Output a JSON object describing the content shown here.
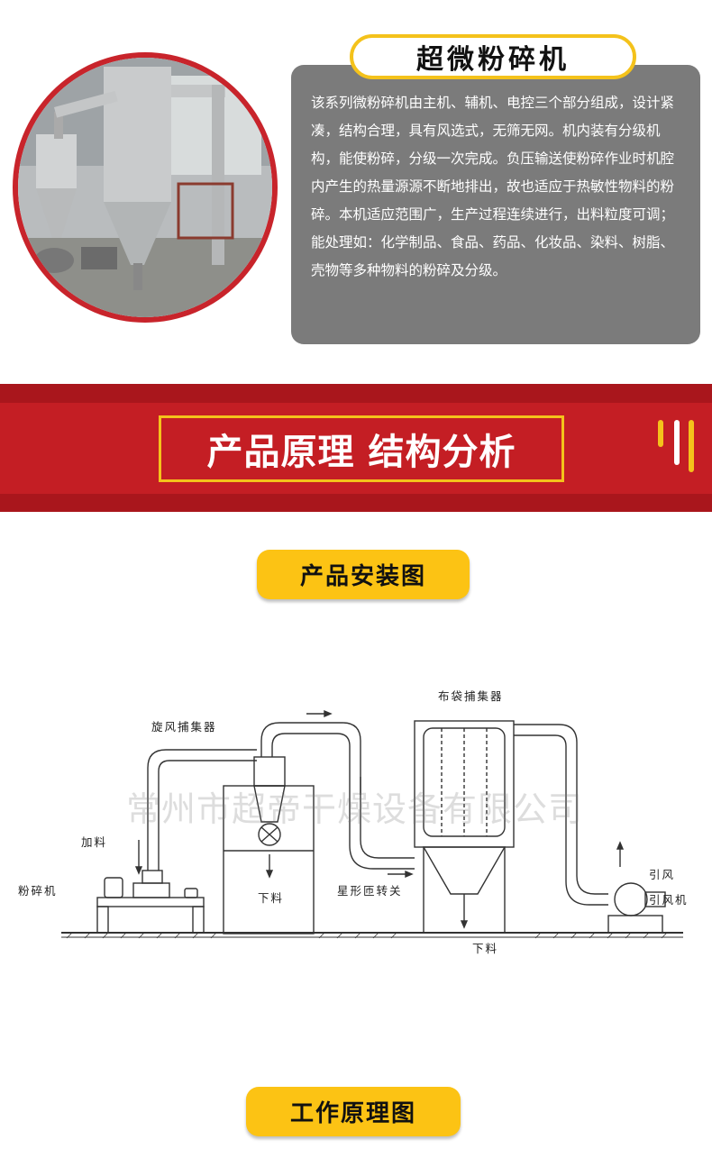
{
  "product": {
    "title": "超微粉碎机",
    "description": "该系列微粉碎机由主机、辅机、电控三个部分组成，设计紧凑，结构合理，具有风选式，无筛无网。机内装有分级机构，能使粉碎，分级一次完成。负压输送使粉碎作业时机腔内产生的热量源源不断地排出，故也适应于热敏性物料的粉碎。本机适应范围广，生产过程连续进行，出料粒度可调；能处理如：化学制品、食品、药品、化妆品、染料、树脂、壳物等多种物料的粉碎及分级。"
  },
  "banner": {
    "title": "产品原理 结构分析",
    "bar_colors": [
      "#f4c21b",
      "#ffffff",
      "#f4c21b"
    ]
  },
  "install": {
    "heading": "产品安装图",
    "labels": {
      "cyclone": "旋风捕集器",
      "bag": "布袋捕集器",
      "feed": "加料",
      "mill": "粉碎机",
      "discharge_left": "下料",
      "rotary_valve": "星形匝转关",
      "discharge_bottom": "下料",
      "draft": "引风",
      "fan": "引风机"
    },
    "watermark": "常州市超帝干燥设备有限公司"
  },
  "principle": {
    "heading": "工作原理图"
  },
  "colors": {
    "accent_red": "#c41e24",
    "accent_yellow": "#fcc314",
    "desc_bg": "#7b7b7b"
  }
}
